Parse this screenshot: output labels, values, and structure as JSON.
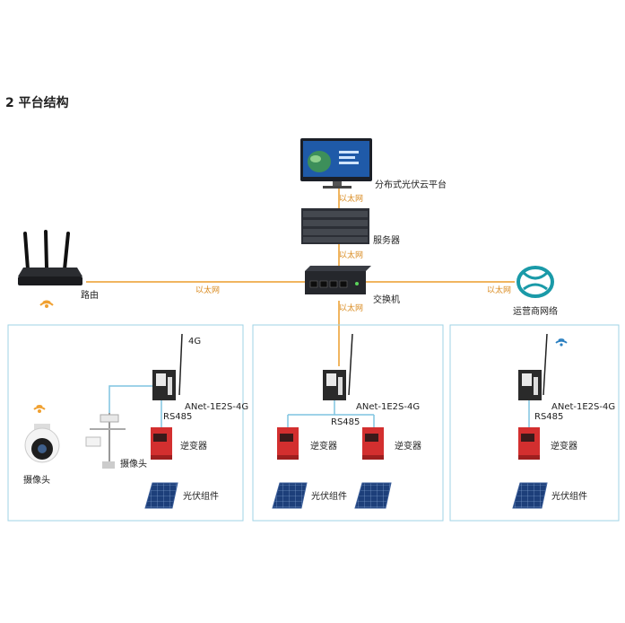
{
  "section_title": "2  平台结构",
  "cloud": {
    "label": "分布式光伏云平台"
  },
  "server": {
    "label": "服务器"
  },
  "switch": {
    "label": "交换机"
  },
  "router": {
    "label": "路由"
  },
  "carrier": {
    "label": "运营商网络"
  },
  "ethernet_label": "以太网",
  "camera_label": "摄像头",
  "gateway_label": "ANet-1E2S-4G",
  "gateway_badge": "4G",
  "rs485_label": "RS485",
  "inverter_label": "逆变器",
  "pv_label": "光伏组件",
  "wifi_badge": "wifi",
  "colors": {
    "ethernet_line": "#f0b560",
    "ethernet_text": "#d98a1e",
    "station_border": "#9fd3e6",
    "rs485_line": "#7fc4e0",
    "inverter_red": "#d32f2f",
    "carrier_green": "#1a9aa8"
  }
}
